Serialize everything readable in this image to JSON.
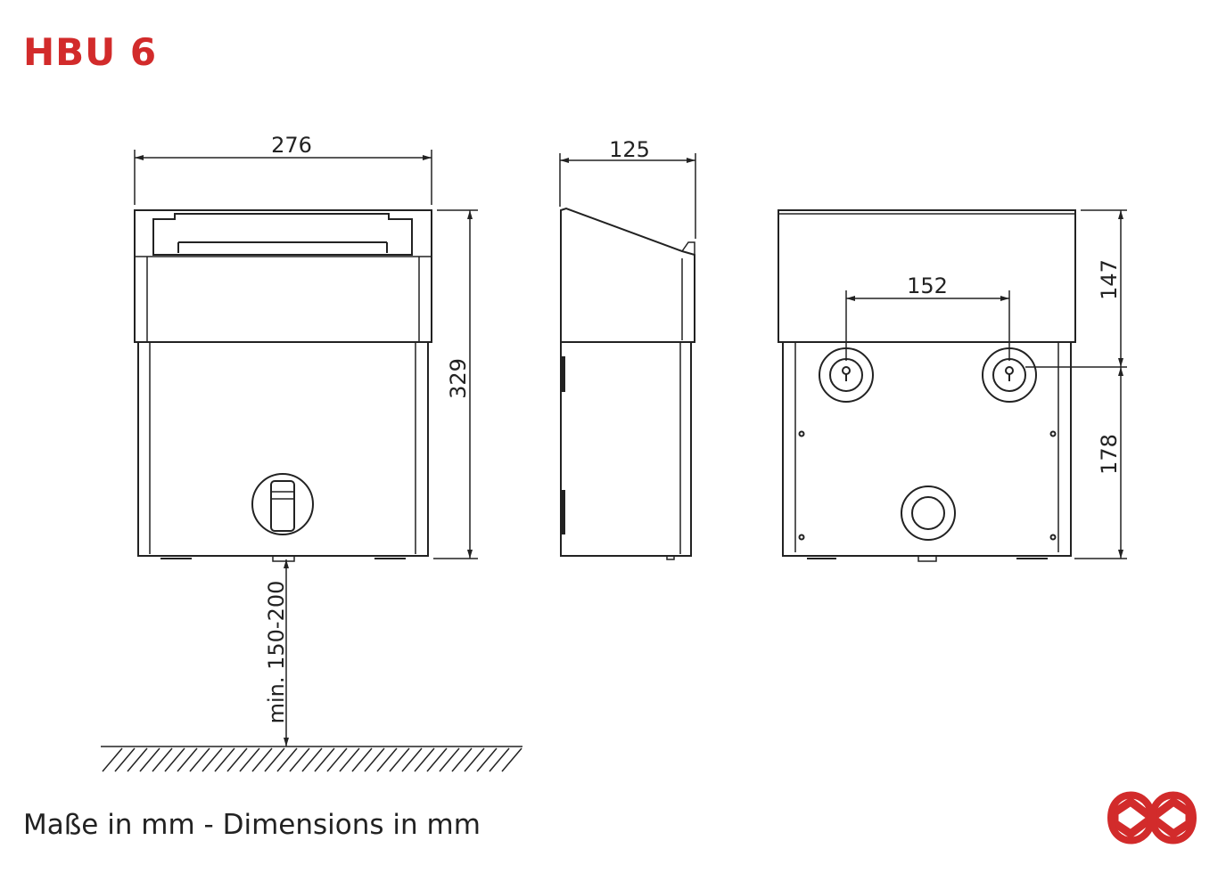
{
  "title": "HBU 6",
  "footer_note": "Maße in mm - Dimensions in mm",
  "dimensions": {
    "front_width": "276",
    "front_height": "329",
    "side_depth": "125",
    "mount_spacing": "152",
    "upper_height": "147",
    "lower_height": "178",
    "floor_clearance": "min. 150-200"
  },
  "brand_color": "#d22b2b",
  "logo_icon": "interlinked-rings-logo"
}
